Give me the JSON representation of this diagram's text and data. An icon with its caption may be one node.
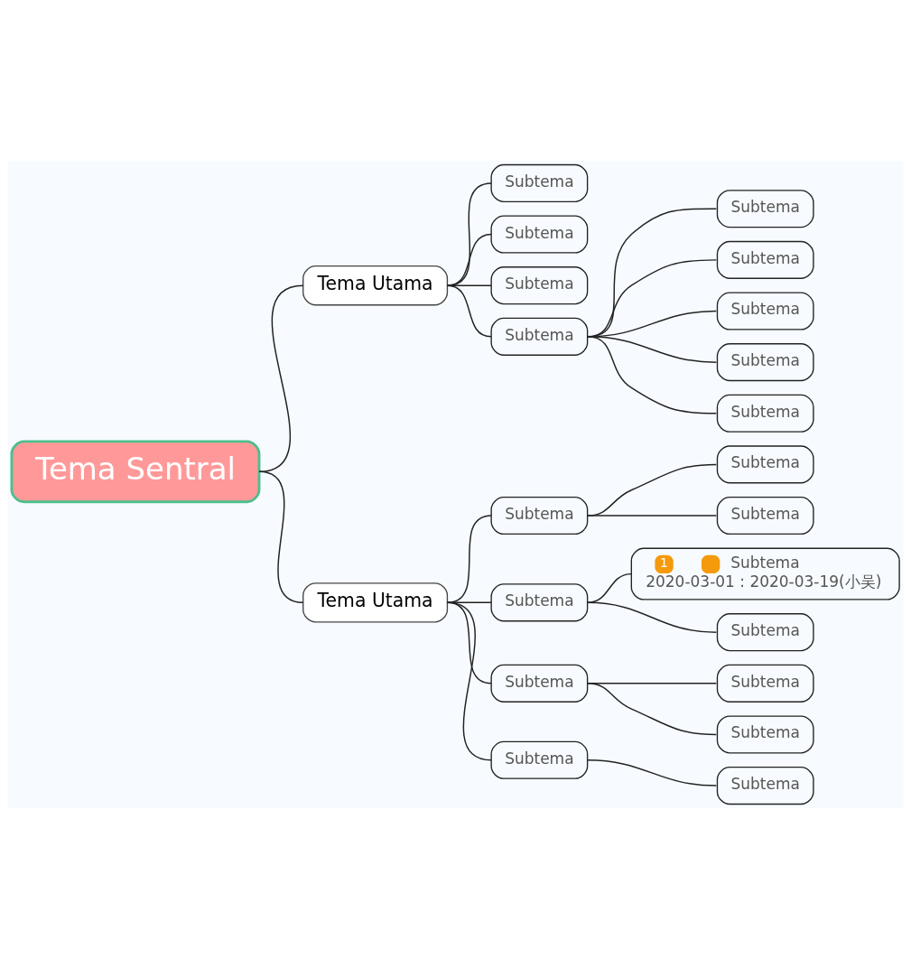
{
  "diagram": {
    "nodes": [
      {
        "text": [
          "Tema Sentral"
        ]
      },
      {
        "text": [
          "Tema Utama"
        ]
      },
      {
        "text": [
          "Subtema"
        ]
      },
      {
        "text": [
          "Subtema"
        ]
      },
      {
        "text": [
          "Subtema"
        ]
      },
      {
        "text": [
          "Subtema"
        ]
      },
      {
        "text": [
          "Subtema"
        ]
      },
      {
        "text": [
          "Subtema"
        ]
      },
      {
        "text": [
          "Subtema"
        ]
      },
      {
        "text": [
          "Subtema"
        ]
      },
      {
        "text": [
          "Subtema"
        ]
      },
      {
        "text": [
          "Tema Utama"
        ]
      },
      {
        "text": [
          "Subtema"
        ]
      },
      {
        "text": [
          "Subtema"
        ]
      },
      {
        "text": [
          "Subtema"
        ]
      },
      {
        "text": [
          "Subtema"
        ]
      },
      {
        "text": [
          "1",
          "Subtema",
          "2020-03-01 : 2020-03-19(小吴)"
        ]
      },
      {
        "text": [
          "Subtema"
        ]
      },
      {
        "text": [
          "Subtema"
        ]
      },
      {
        "text": [
          "Subtema"
        ]
      },
      {
        "text": [
          "Subtema"
        ]
      },
      {
        "text": [
          "Subtema"
        ]
      },
      {
        "text": [
          "Subtema"
        ]
      }
    ],
    "edges": [
      {
        "from": 0,
        "to": 1,
        "arrow": "none"
      },
      {
        "from": 1,
        "to": 2,
        "arrow": "none"
      },
      {
        "from": 1,
        "to": 3,
        "arrow": "none"
      },
      {
        "from": 1,
        "to": 4,
        "arrow": "none"
      },
      {
        "from": 1,
        "to": 5,
        "arrow": "none"
      },
      {
        "from": 5,
        "to": 6,
        "arrow": "none"
      },
      {
        "from": 5,
        "to": 7,
        "arrow": "none"
      },
      {
        "from": 5,
        "to": 8,
        "arrow": "none"
      },
      {
        "from": 5,
        "to": 9,
        "arrow": "none"
      },
      {
        "from": 5,
        "to": 10,
        "arrow": "none"
      },
      {
        "from": 0,
        "to": 11,
        "arrow": "none"
      },
      {
        "from": 11,
        "to": 12,
        "arrow": "none"
      },
      {
        "from": 12,
        "to": 13,
        "arrow": "none"
      },
      {
        "from": 12,
        "to": 14,
        "arrow": "none"
      },
      {
        "from": 11,
        "to": 15,
        "arrow": "none"
      },
      {
        "from": 15,
        "to": 16,
        "arrow": "none"
      },
      {
        "from": 15,
        "to": 17,
        "arrow": "none"
      },
      {
        "from": 11,
        "to": 18,
        "arrow": "none"
      },
      {
        "from": 18,
        "to": 19,
        "arrow": "none"
      },
      {
        "from": 18,
        "to": 20,
        "arrow": "none"
      },
      {
        "from": 11,
        "to": 21,
        "arrow": "none"
      },
      {
        "from": 21,
        "to": 22,
        "arrow": "none"
      }
    ]
  }
}
